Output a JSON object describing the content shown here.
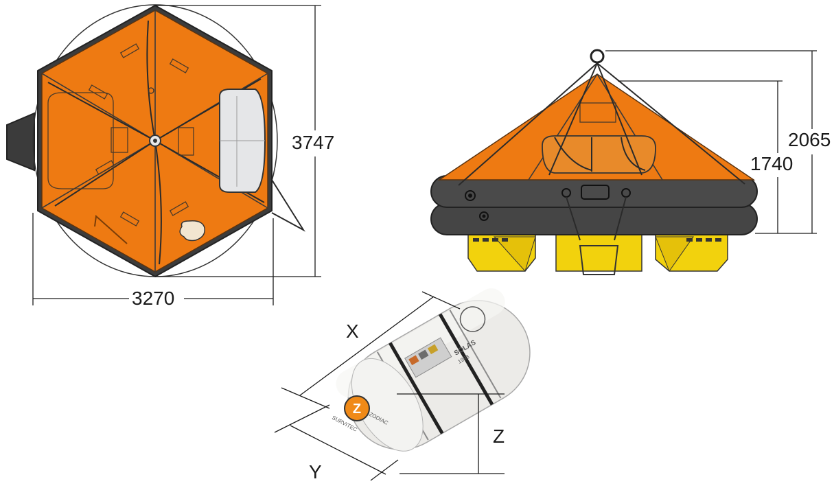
{
  "top_view": {
    "width_label": "3270",
    "length_label": "3747"
  },
  "side_view": {
    "overall_height_label": "2065",
    "canopy_height_label": "1740"
  },
  "container": {
    "x_label": "X",
    "y_label": "Y",
    "z_label": "Z",
    "brand_left": "SURVITEC",
    "brand_right": "ZODIAC",
    "brand_mark": "Z",
    "cert_label": "SOLAS",
    "cert_year": "1998"
  },
  "colors": {
    "canopy_orange": "#ee7a12",
    "tube_grey": "#454545",
    "ballast_yellow": "#f2d20d",
    "container_white": "#ecebe8"
  }
}
